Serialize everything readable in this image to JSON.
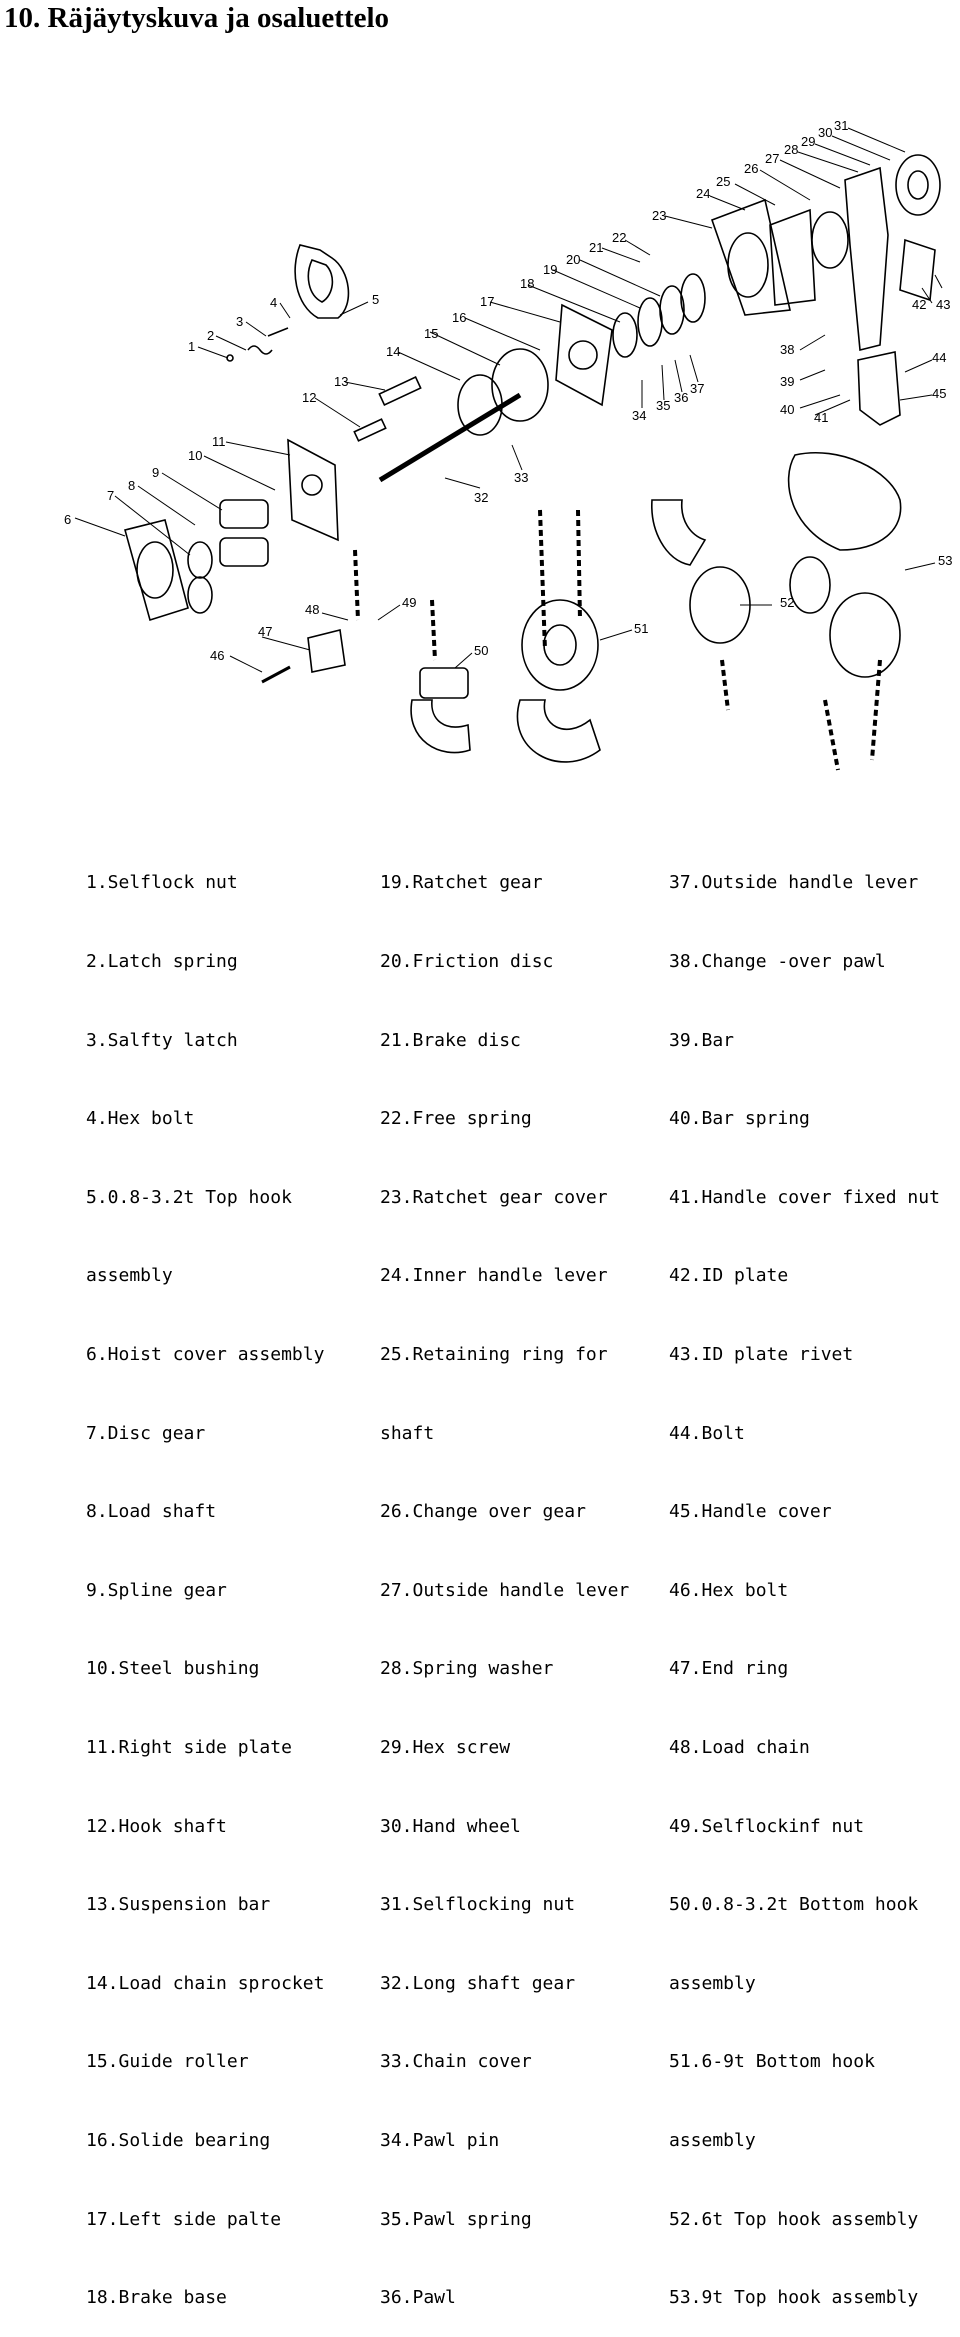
{
  "page_title": "10. Räjäytyskuva ja osaluettelo",
  "callouts": [
    "1",
    "2",
    "3",
    "4",
    "5",
    "6",
    "7",
    "8",
    "9",
    "10",
    "11",
    "12",
    "13",
    "14",
    "15",
    "16",
    "17",
    "18",
    "19",
    "20",
    "21",
    "22",
    "23",
    "24",
    "25",
    "26",
    "27",
    "28",
    "29",
    "30",
    "31",
    "32",
    "33",
    "34",
    "35",
    "36",
    "37",
    "38",
    "39",
    "40",
    "41",
    "42",
    "43",
    "44",
    "45",
    "46",
    "47",
    "48",
    "49",
    "50",
    "51",
    "52",
    "53"
  ],
  "parts": {
    "col1": [
      "1.Selflock nut",
      "2.Latch spring",
      "3.Salfty latch",
      "4.Hex bolt",
      "5.0.8-3.2t Top hook",
      "assembly",
      "6.Hoist cover assembly",
      "7.Disc gear",
      "8.Load shaft",
      "9.Spline gear",
      "10.Steel bushing",
      "11.Right side plate",
      "12.Hook shaft",
      "13.Suspension bar",
      "14.Load chain sprocket",
      "15.Guide roller",
      "16.Solide bearing",
      "17.Left side palte",
      "18.Brake base"
    ],
    "col2": [
      "19.Ratchet gear",
      "20.Friction disc",
      "21.Brake disc",
      "22.Free spring",
      "23.Ratchet gear cover",
      "24.Inner handle lever",
      "25.Retaining ring for",
      "shaft",
      "26.Change over gear",
      "27.Outside handle lever",
      "28.Spring washer",
      "29.Hex screw",
      "30.Hand wheel",
      "31.Selflocking nut",
      "32.Long shaft gear",
      "33.Chain cover",
      "34.Pawl pin",
      "35.Pawl spring",
      "36.Pawl"
    ],
    "col3": [
      "37.Outside handle lever",
      "38.Change -over pawl",
      "39.Bar",
      "40.Bar spring",
      "41.Handle cover fixed nut",
      "42.ID plate",
      "43.ID plate rivet",
      "44.Bolt",
      "45.Handle cover",
      "46.Hex bolt",
      "47.End ring",
      "48.Load chain",
      "49.Selflockinf nut",
      "50.0.8-3.2t Bottom hook",
      "assembly",
      "51.6-9t Bottom hook",
      "assembly",
      "52.6t Top hook assembly",
      "53.9t Top hook assembly"
    ]
  }
}
